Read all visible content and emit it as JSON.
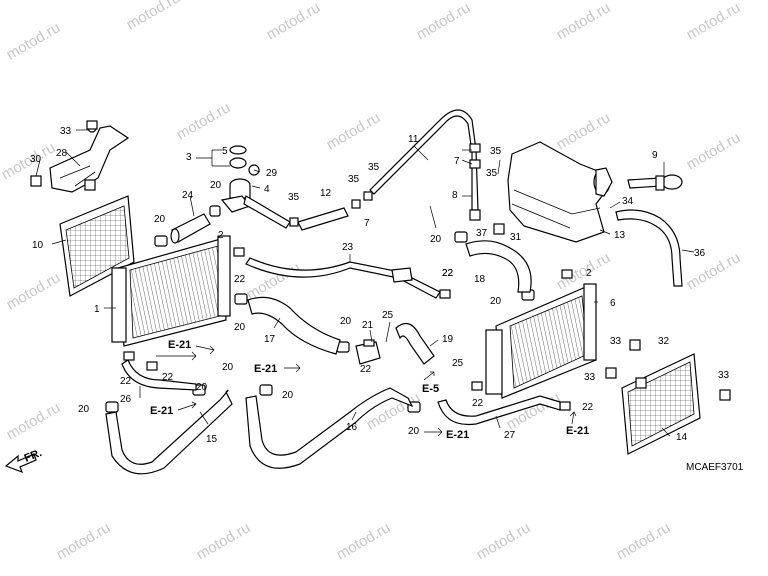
{
  "diagram": {
    "watermark": "motod.ru",
    "code": "MCAEF3701",
    "direction_label": "FR.",
    "references": {
      "e21": "E-21",
      "e5": "E-5"
    },
    "callouts": {
      "n1": "1",
      "n2": "2",
      "n3": "3",
      "n4": "4",
      "n5": "5",
      "n6": "6",
      "n7": "7",
      "n8": "8",
      "n9": "9",
      "n10": "10",
      "n11": "11",
      "n12": "12",
      "n13": "13",
      "n14": "14",
      "n15": "15",
      "n16": "16",
      "n17": "17",
      "n18": "18",
      "n19": "19",
      "n20": "20",
      "n21": "21",
      "n22": "22",
      "n23": "23",
      "n24": "24",
      "n25": "25",
      "n26": "26",
      "n27": "27",
      "n28": "28",
      "n29": "29",
      "n30": "30",
      "n31": "31",
      "n32": "32",
      "n33": "33",
      "n34": "34",
      "n35": "35",
      "n36": "36",
      "n37": "37"
    }
  }
}
